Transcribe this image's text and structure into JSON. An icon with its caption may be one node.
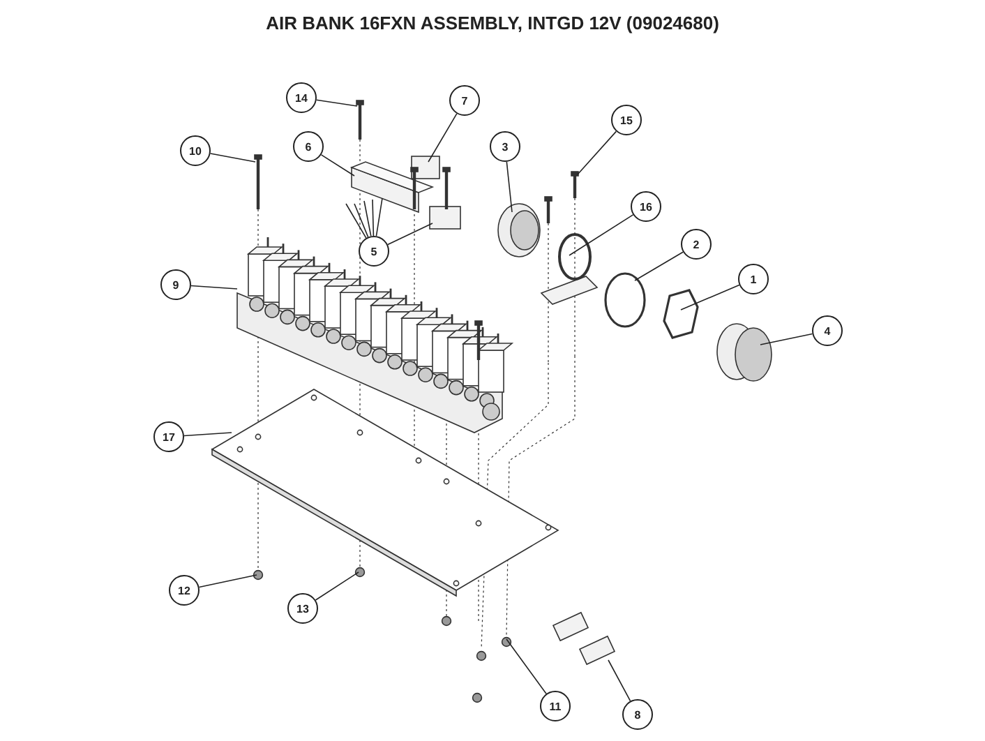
{
  "diagram": {
    "title": "AIR BANK 16FXN ASSEMBLY, INTGD 12V (09024680)",
    "nodes": [
      {
        "text": [
          "14"
        ]
      },
      {
        "text": [
          "7"
        ]
      },
      {
        "text": [
          "15"
        ]
      },
      {
        "text": [
          "10"
        ]
      },
      {
        "text": [
          "6"
        ]
      },
      {
        "text": [
          "3"
        ]
      },
      {
        "text": [
          "16"
        ]
      },
      {
        "text": [
          "2"
        ]
      },
      {
        "text": [
          "5"
        ]
      },
      {
        "text": [
          "9"
        ]
      },
      {
        "text": [
          "1"
        ]
      },
      {
        "text": [
          "4"
        ]
      },
      {
        "text": [
          "17"
        ]
      },
      {
        "text": [
          "12"
        ]
      },
      {
        "text": [
          "13"
        ]
      },
      {
        "text": [
          "11"
        ]
      },
      {
        "text": [
          "8"
        ]
      }
    ],
    "edges": [
      {
        "from": 0,
        "to": null,
        "arrow": "none"
      },
      {
        "from": 1,
        "to": null,
        "arrow": "none"
      },
      {
        "from": 2,
        "to": null,
        "arrow": "none"
      },
      {
        "from": 3,
        "to": null,
        "arrow": "none"
      },
      {
        "from": 4,
        "to": null,
        "arrow": "none"
      },
      {
        "from": 5,
        "to": null,
        "arrow": "none"
      },
      {
        "from": 6,
        "to": null,
        "arrow": "none"
      },
      {
        "from": 7,
        "to": null,
        "arrow": "none"
      },
      {
        "from": 8,
        "to": null,
        "arrow": "none"
      },
      {
        "from": 8,
        "to": null,
        "arrow": "none"
      },
      {
        "from": 8,
        "to": null,
        "arrow": "none"
      },
      {
        "from": 8,
        "to": null,
        "arrow": "none"
      },
      {
        "from": 8,
        "to": null,
        "arrow": "none"
      },
      {
        "from": 8,
        "to": null,
        "arrow": "none"
      },
      {
        "from": 9,
        "to": null,
        "arrow": "none"
      },
      {
        "from": 10,
        "to": null,
        "arrow": "none"
      },
      {
        "from": 11,
        "to": null,
        "arrow": "none"
      },
      {
        "from": 12,
        "to": null,
        "arrow": "none"
      },
      {
        "from": 13,
        "to": null,
        "arrow": "none"
      },
      {
        "from": 14,
        "to": null,
        "arrow": "none"
      },
      {
        "from": 15,
        "to": null,
        "arrow": "none"
      },
      {
        "from": 16,
        "to": null,
        "arrow": "none"
      }
    ]
  }
}
